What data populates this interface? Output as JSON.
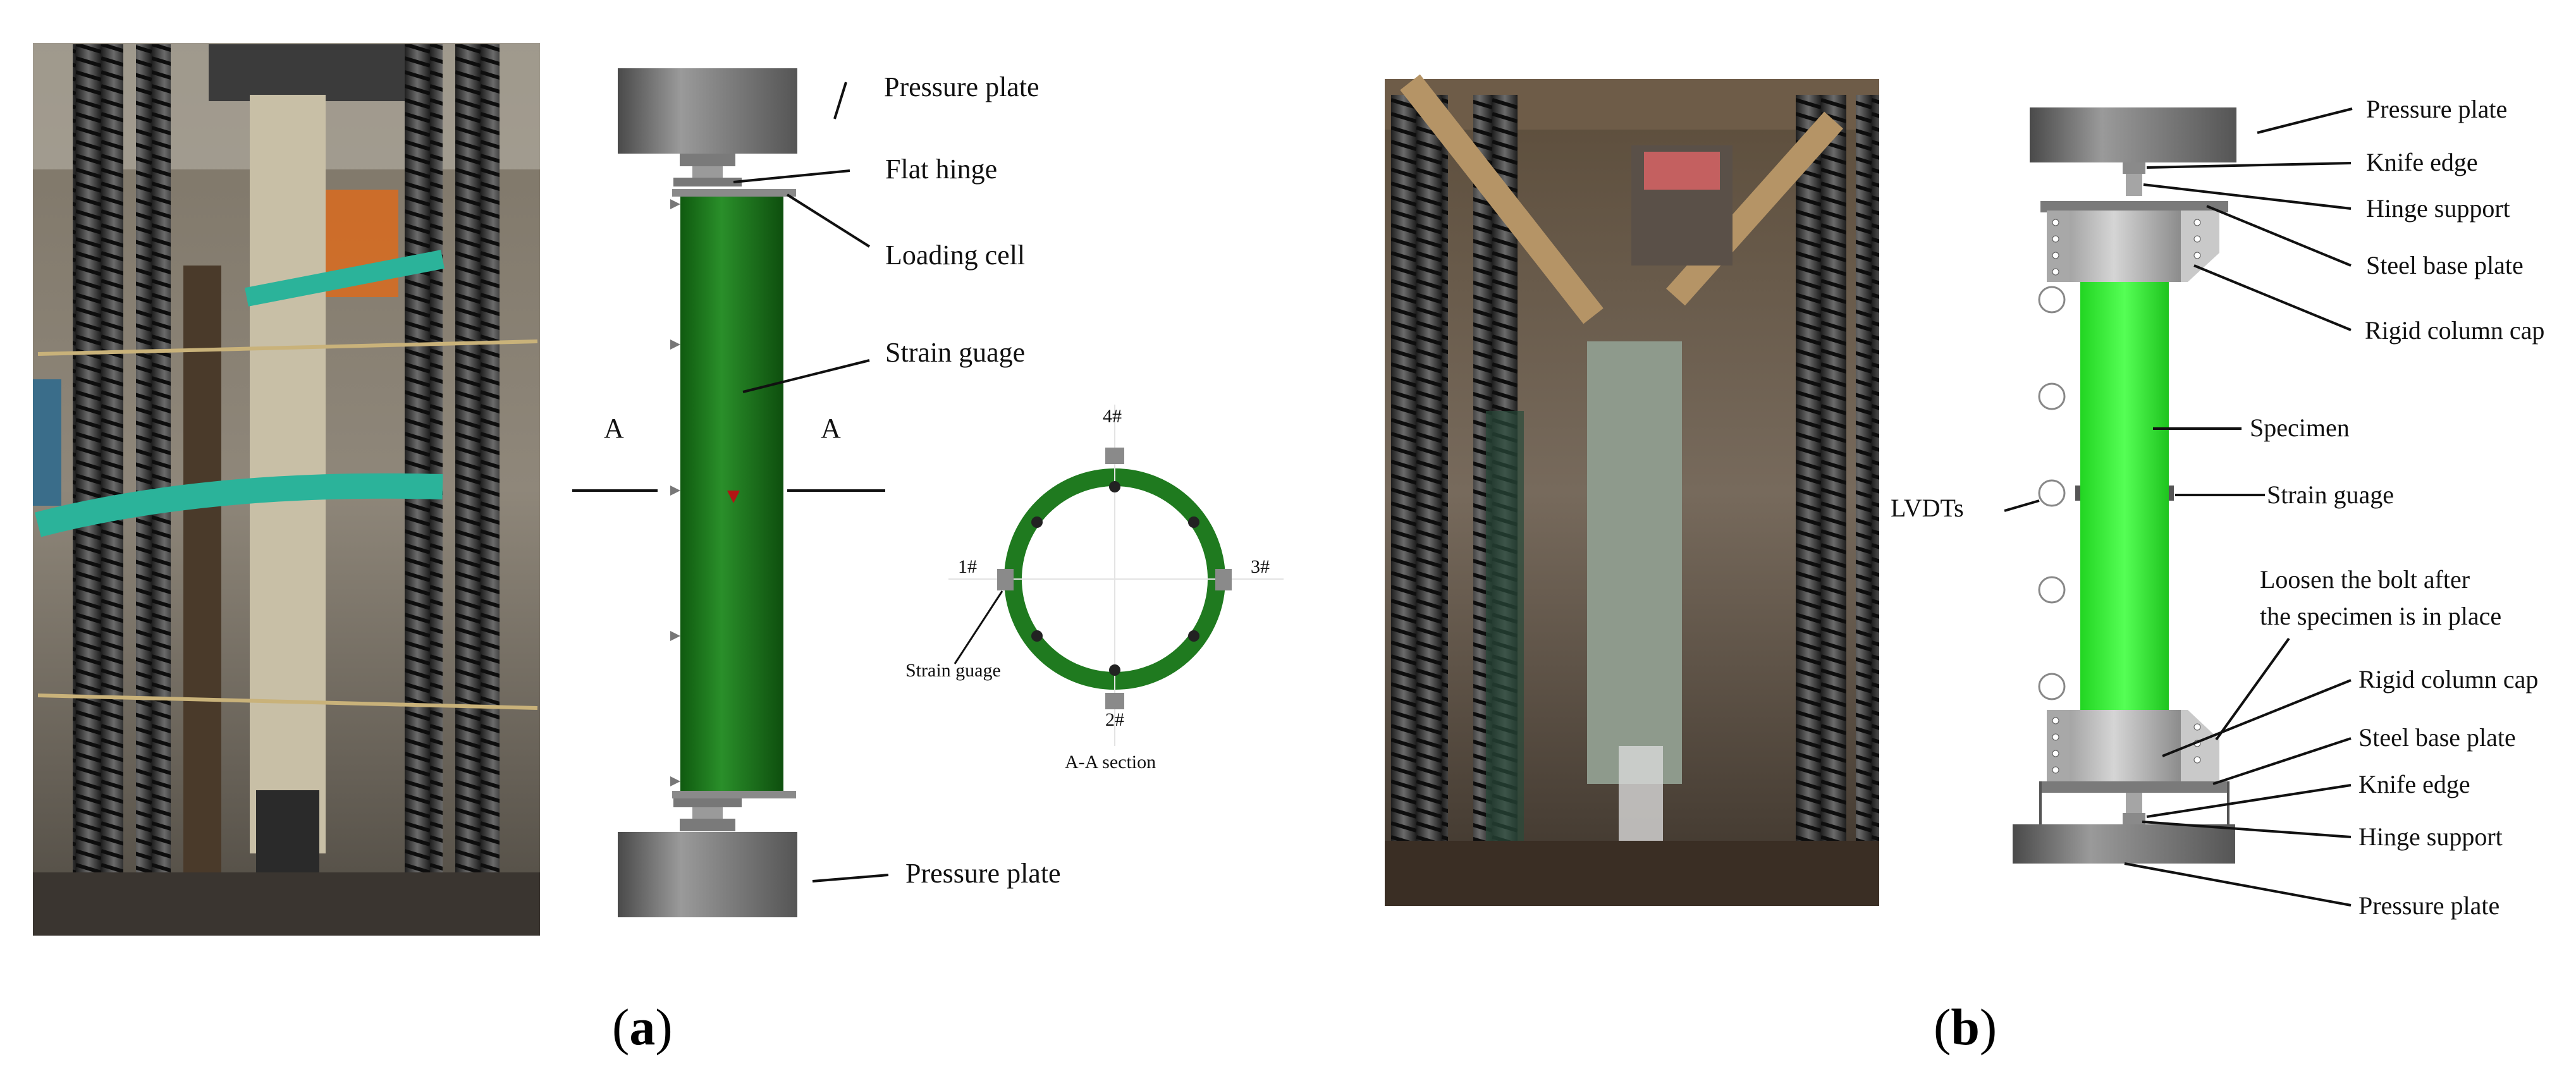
{
  "panel_a": {
    "caption": "a",
    "labels": {
      "pressure_plate_top": "Pressure plate",
      "flat_hinge": "Flat hinge",
      "loading_cell": "Loading cell",
      "strain_gauge": "Strain guage",
      "section_mark_left": "A",
      "section_mark_right": "A",
      "pressure_plate_bottom": "Pressure plate"
    },
    "section": {
      "title": "A-A section",
      "gauge_label": "Strain guage",
      "positions": [
        "1#",
        "2#",
        "3#",
        "4#"
      ]
    }
  },
  "panel_b": {
    "caption": "b",
    "labels": {
      "pressure_plate_top": "Pressure plate",
      "knife_edge_top": "Knife edge",
      "hinge_support_top": "Hinge support",
      "steel_base_plate_top": "Steel base plate",
      "rigid_column_cap_top": "Rigid column cap",
      "specimen": "Specimen",
      "lvdts": "LVDTs",
      "strain_gauge": "Strain guage",
      "bolt_note_line1": "Loosen the bolt after",
      "bolt_note_line2": "the specimen is in place",
      "rigid_column_cap_bottom": "Rigid column cap",
      "steel_base_plate_bottom": "Steel base plate",
      "knife_edge_bottom": "Knife edge",
      "hinge_support_bottom": "Hinge support",
      "pressure_plate_bottom": "Pressure plate"
    }
  },
  "colors": {
    "specimen_a": "#1f7a1f",
    "specimen_b": "#2ee82e",
    "plate_gray": "#6f6f6f"
  }
}
